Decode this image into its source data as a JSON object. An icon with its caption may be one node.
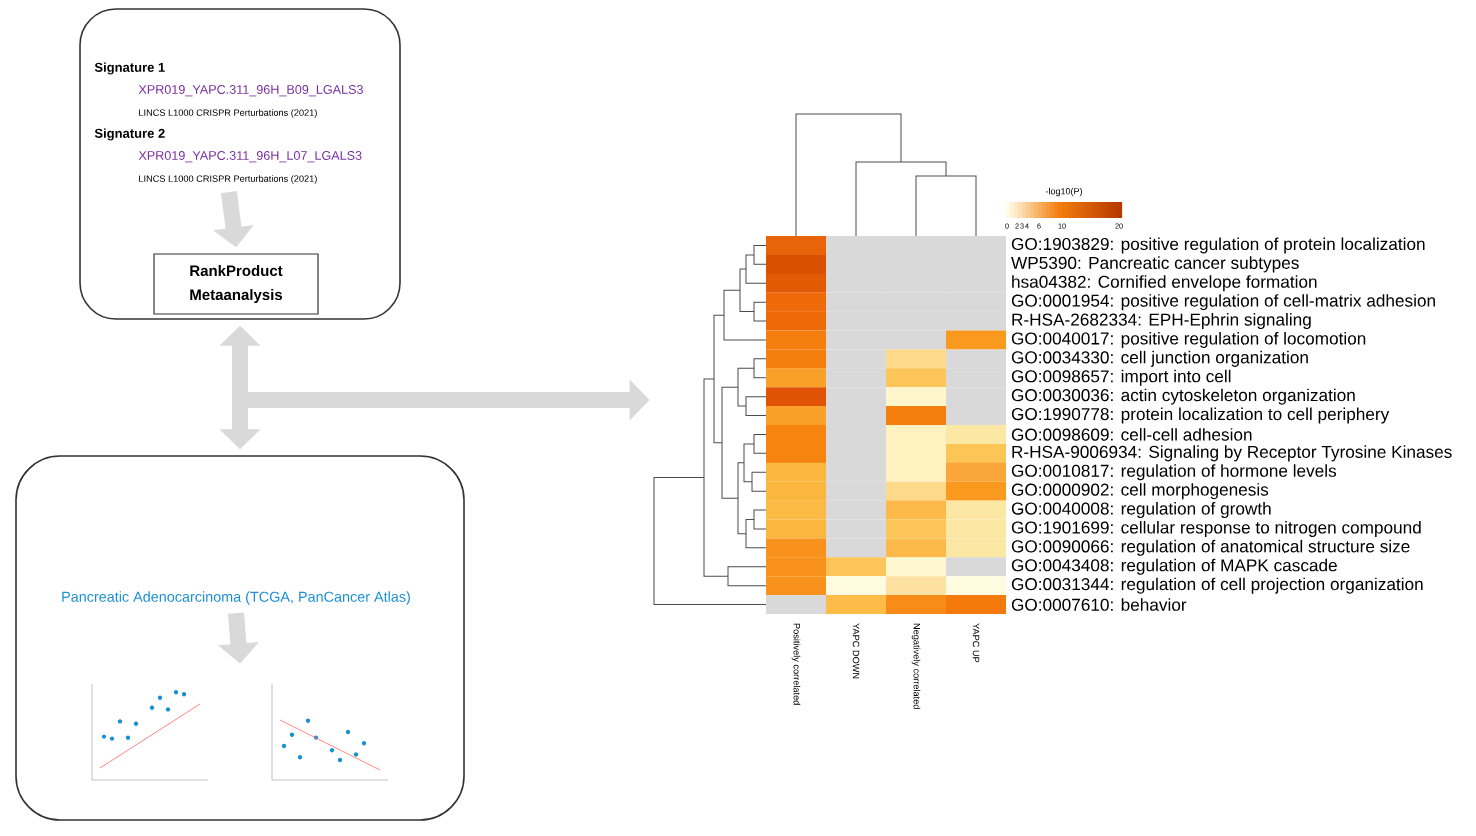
{
  "diagram": {
    "nodes": [
      {
        "text": [],
        "shape": "box"
      },
      {
        "text": [
          "Signature 1",
          "XPR019_YAPC.311_96H_B09_LGALS3",
          "LINCS L1000 CRISPR Perturbations (2021)",
          "Signature 2",
          "XPR019_YAPC.311_96H_L07_LGALS3",
          "LINCS L1000 CRISPR Perturbations (2021)"
        ],
        "in": 0
      },
      {
        "text": [
          "RankProduct Metaanalysis"
        ],
        "in": 0
      },
      {
        "text": [],
        "shape": "box"
      },
      {
        "text": [
          "Pancreatic Adenocarcinoma (TCGA, PanCancer Atlas)"
        ],
        "in": 3
      },
      {
        "text": [],
        "shape": "picture",
        "in": 3
      },
      {
        "text": [],
        "shape": "box"
      }
    ],
    "edges": [
      {
        "from": 1,
        "to": 2,
        "arrow": "to"
      },
      {
        "from": 4,
        "to": 5,
        "arrow": "to"
      },
      {
        "from": 0,
        "to": 3,
        "arrow": "both"
      },
      {
        "from": null,
        "to": 6,
        "arrow": "to"
      }
    ],
    "labels": [
      "-log10(P)",
      "0",
      "2",
      "3",
      "4",
      "6",
      "10",
      "20",
      "GO:1903829: positive regulation of protein localization",
      "WP5390: Pancreatic cancer subtypes",
      "hsa04382: Cornified envelope formation",
      "GO:0001954: positive regulation of cell-matrix adhesion",
      "R-HSA-2682334: EPH-Ephrin signaling",
      "GO:0040017: positive regulation of locomotion",
      "GO:0034330: cell junction organization",
      "GO:0098657: import into cell",
      "GO:0030036: actin cytoskeleton organization",
      "GO:1990778: protein localization to cell periphery",
      "GO:0098609: cell-cell adhesion",
      "R-HSA-9006934: Signaling by Receptor Tyrosine Kinases",
      "GO:0010817: regulation of hormone levels",
      "GO:0000902: cell morphogenesis",
      "GO:0040008: regulation of growth",
      "GO:1901699: cellular response to nitrogen compound",
      "GO:0090066: regulation of anatomical structure size",
      "GO:0043408: regulation of MAPK cascade",
      "GO:0031344: regulation of cell projection organization",
      "GO:0007610: behavior",
      "Positively correlated",
      "YAPC DOWN",
      "Negatively correlated",
      "YAPC UP"
    ]
  }
}
